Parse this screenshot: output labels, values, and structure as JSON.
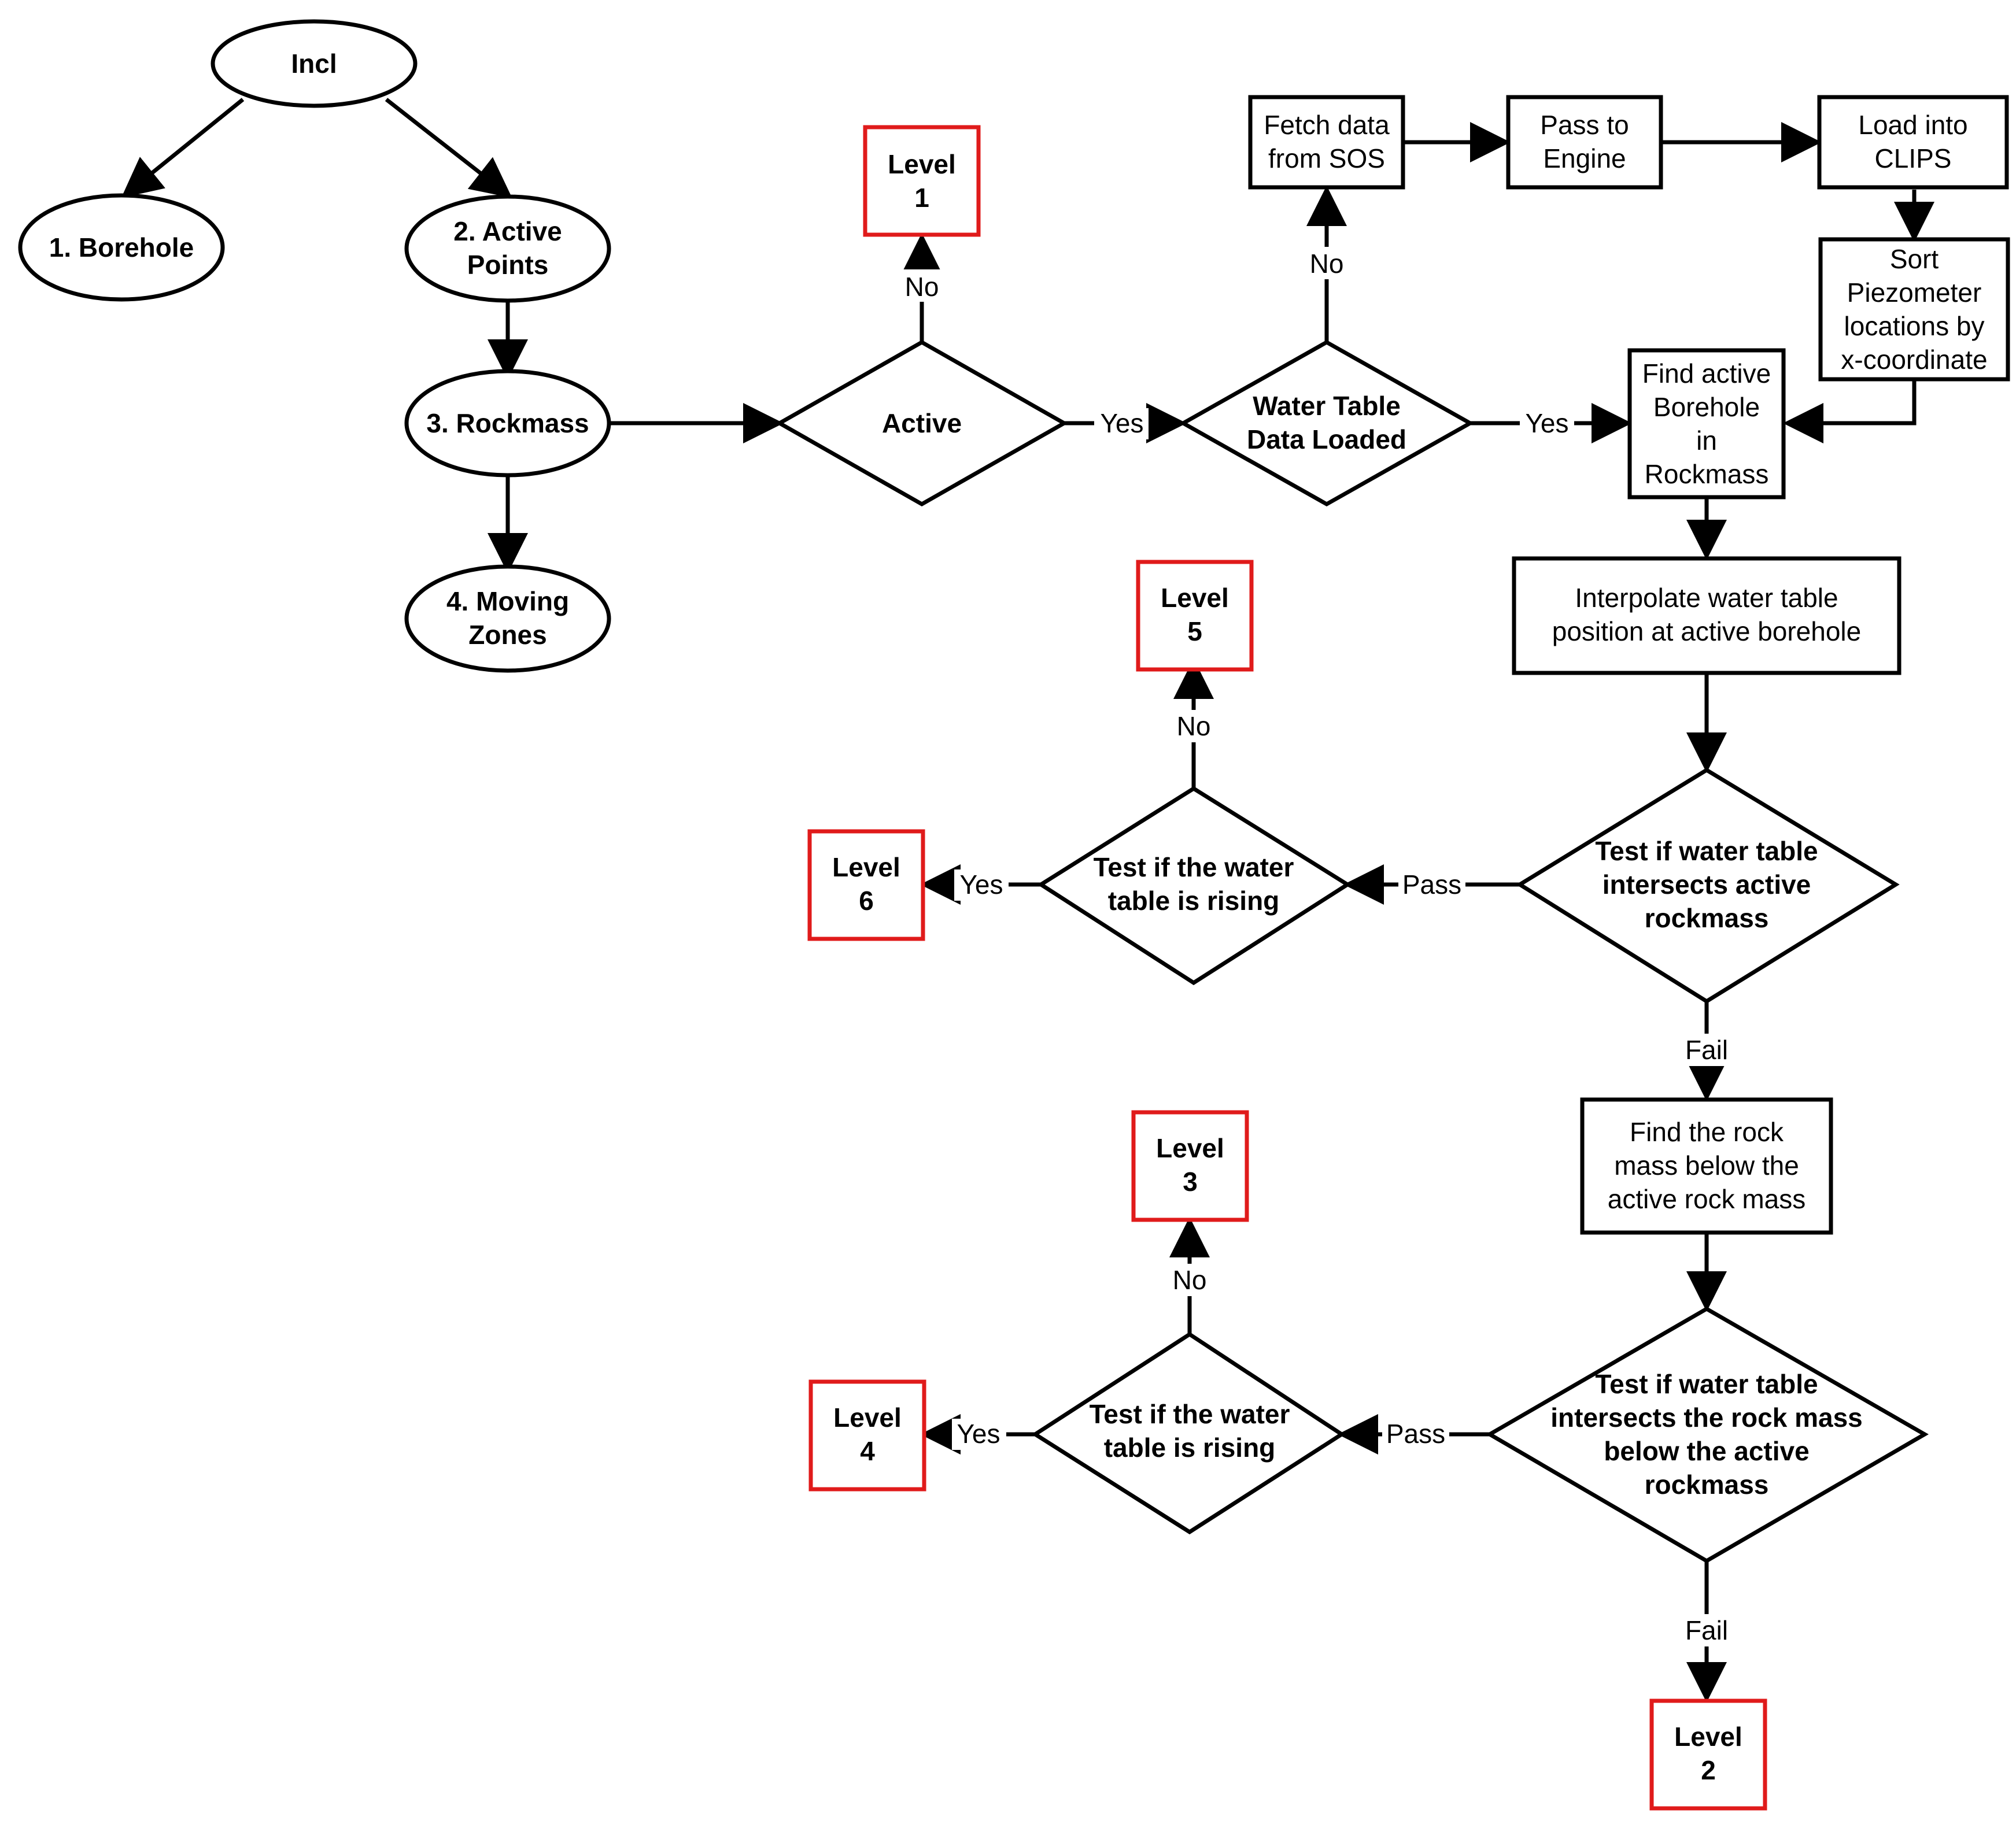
{
  "colors": {
    "line": "#000000",
    "level_border": "#e01b1b",
    "background": "#ffffff"
  },
  "hierarchy": {
    "root": "Incl",
    "borehole": "1. Borehole",
    "active_points": [
      "2. Active",
      "Points"
    ],
    "rockmass": "3. Rockmass",
    "moving_zones": [
      "4. Moving",
      "Zones"
    ]
  },
  "decisions": {
    "active": "Active",
    "water_table_loaded": [
      "Water Table",
      "Data Loaded"
    ],
    "test_intersects_active": [
      "Test if water table",
      "intersects active",
      "rockmass"
    ],
    "test_rising_upper": [
      "Test if the water",
      "table is rising"
    ],
    "test_intersects_below": [
      "Test if water table",
      "intersects the rock mass",
      "below the active",
      "rockmass"
    ],
    "test_rising_lower": [
      "Test if the water",
      "table is rising"
    ]
  },
  "processes": {
    "fetch": [
      "Fetch data",
      "from SOS"
    ],
    "pass": [
      "Pass to",
      "Engine"
    ],
    "load": [
      "Load into",
      "CLIPS"
    ],
    "sort": [
      "Sort",
      "Piezometer",
      "locations by",
      "x-coordinate"
    ],
    "find_active": [
      "Find active",
      "Borehole",
      "in",
      "Rockmass"
    ],
    "interpolate": [
      "Interpolate water table",
      "position at active borehole"
    ],
    "find_below": [
      "Find the rock",
      "mass below the",
      "active rock mass"
    ]
  },
  "levels": {
    "level1": [
      "Level",
      "1"
    ],
    "level2": [
      "Level",
      "2"
    ],
    "level3": [
      "Level",
      "3"
    ],
    "level4": [
      "Level",
      "4"
    ],
    "level5": [
      "Level",
      "5"
    ],
    "level6": [
      "Level",
      "6"
    ]
  },
  "edge_labels": {
    "no_active": "No",
    "yes_active": "Yes",
    "no_water": "No",
    "yes_water": "Yes",
    "pass_upper": "Pass",
    "fail_upper": "Fail",
    "no_rising_upper": "No",
    "yes_rising_upper": "Yes",
    "pass_lower": "Pass",
    "fail_lower": "Fail",
    "no_rising_lower": "No",
    "yes_rising_lower": "Yes"
  }
}
